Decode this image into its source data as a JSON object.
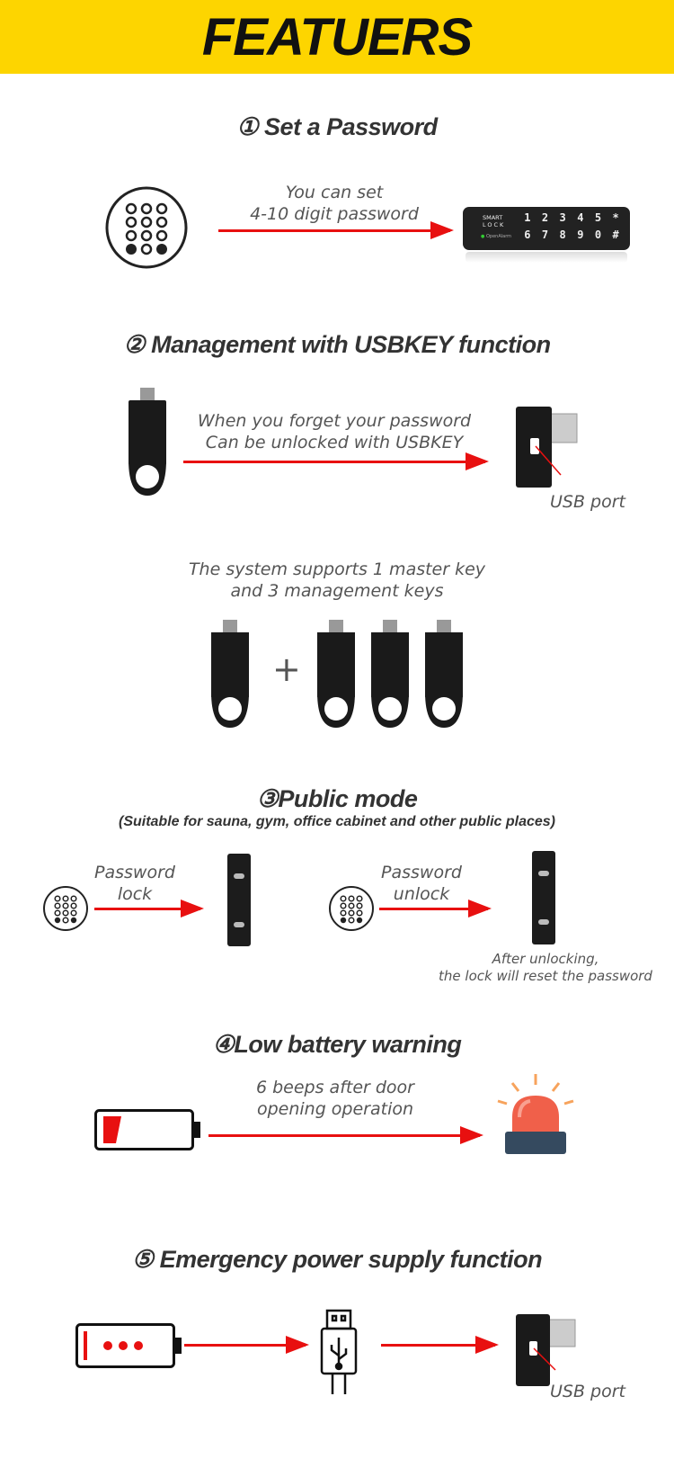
{
  "header": {
    "title": "FEATUERS"
  },
  "sections": [
    {
      "title": "① Set a Password",
      "text": [
        "You can set",
        "4-10 digit password"
      ],
      "keypad": {
        "brand": [
          "SMART",
          "LOCK"
        ],
        "status": "OpenAlarm",
        "keys": [
          "1",
          "2",
          "3",
          "4",
          "5",
          "*",
          "6",
          "7",
          "8",
          "9",
          "0",
          "#"
        ]
      }
    },
    {
      "title": "② Management with USBKEY function",
      "text": [
        "When you forget your password",
        "Can be unlocked with USBKEY"
      ],
      "port_label": "USB port",
      "keys_text": [
        "The system supports 1 master key",
        "and 3 management keys"
      ],
      "plus": "+"
    },
    {
      "title": "③Public mode",
      "subtitle": "(Suitable for sauna, gym, office cabinet and other public places)",
      "lock_text": [
        "Password",
        "lock"
      ],
      "unlock_text": [
        "Password",
        "unlock"
      ],
      "note": [
        "After unlocking,",
        "the lock will reset the password"
      ]
    },
    {
      "title": "④Low battery warning",
      "text": [
        "6 beeps after door",
        "opening operation"
      ]
    },
    {
      "title": "⑤ Emergency power supply function",
      "port_label": "USB port"
    }
  ],
  "colors": {
    "header": "#fdd500",
    "arrow": "#e81010"
  }
}
